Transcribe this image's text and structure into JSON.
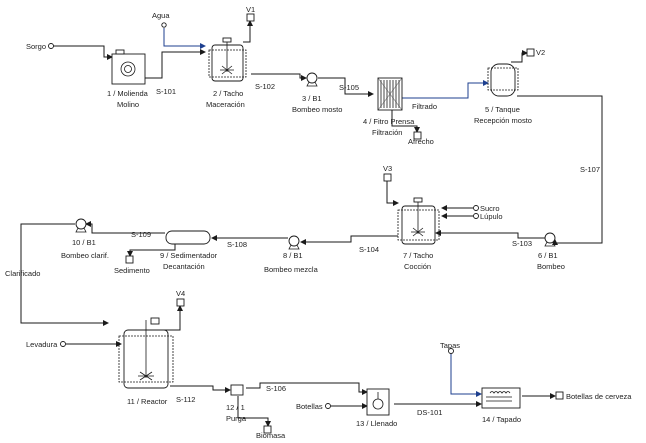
{
  "diagram": {
    "external_inputs": {
      "sorgo": "Sorgo",
      "agua": "Agua",
      "v1": "V1",
      "v2": "V2",
      "v3": "V3",
      "sucro": "Sucro",
      "lupulo": "Lúpulo",
      "v4": "V4",
      "levadura": "Levadura",
      "tapas": "Tapas",
      "botellas": "Botellas"
    },
    "outputs": {
      "afrecho": "Afrecho",
      "sedimento": "Sedimento",
      "biomasa": "Biomasa",
      "botellas_cerveza": "Botellas de cerveza"
    },
    "units": {
      "molienda": {
        "tag": "1 / Molienda",
        "name": "Molino"
      },
      "macer": {
        "tag": "2 / Tacho",
        "name": "Maceración"
      },
      "bomba1": {
        "tag": "3 / B1",
        "name": "Bombeo mosto"
      },
      "filtro": {
        "tag": "4 / Fitro Prensa",
        "name": "Filtración"
      },
      "tanque": {
        "tag": "5 / Tanque",
        "name": "Recepción mosto"
      },
      "bomba6": {
        "tag": "6 / B1",
        "name": "Bombeo"
      },
      "coccion": {
        "tag": "7 / Tacho",
        "name": "Cocción"
      },
      "bomba8": {
        "tag": "8 / B1",
        "name": "Bombeo mezcla"
      },
      "sediment": {
        "tag": "9 / Sedimentador",
        "name": "Decantación"
      },
      "bomba10": {
        "tag": "10 / B1",
        "name": "Bombeo clarif."
      },
      "reactor": {
        "tag": "11 / Reactor"
      },
      "purga": {
        "tag": "12 / 1",
        "name": "Purga"
      },
      "llenado": {
        "tag": "13 / Llenado"
      },
      "tapado": {
        "tag": "14 / Tapado"
      }
    },
    "streams": {
      "s101": "S-101",
      "s102": "S-102",
      "s105": "S-105",
      "filtrado": "Filtrado",
      "s107": "S-107",
      "s103": "S-103",
      "s104": "S-104",
      "s108": "S-108",
      "s109": "S-109",
      "clarificado": "Clarificado",
      "s112": "S-112",
      "s106": "S-106",
      "ds101": "DS-101"
    }
  }
}
